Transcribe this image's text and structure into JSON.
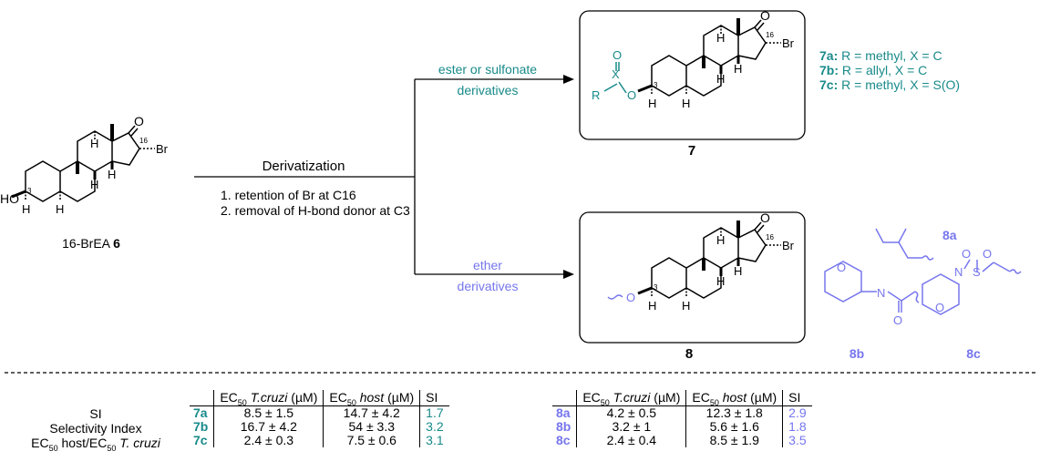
{
  "colors": {
    "teal": "#198a8a",
    "violet": "#7676ee",
    "black": "#000000"
  },
  "start": {
    "name": "16-BrEA",
    "number": "6",
    "c3": "3",
    "c16": "16",
    "br": "Br",
    "ho": "HO",
    "h": "H",
    "o": "O"
  },
  "arrow": {
    "title": "Derivatization",
    "condition1": "1. retention of Br at C16",
    "condition2": "2. removal of H-bond donor at C3"
  },
  "upper": {
    "label_line1": "ester or sulfonate",
    "label_line2": "derivatives",
    "compound": "7",
    "r": "R",
    "x": "X",
    "o": "O",
    "substituents": [
      {
        "id": "7a:",
        "text": "R = methyl, X = C"
      },
      {
        "id": "7b:",
        "text": "R = allyl, X = C"
      },
      {
        "id": "7c:",
        "text": "R = methyl, X = S(O)"
      }
    ]
  },
  "lower": {
    "label_line1": "ether",
    "label_line2": "derivatives",
    "compound": "8",
    "o": "O",
    "n": "N",
    "s": "S",
    "fragments": [
      "8a",
      "8b",
      "8c"
    ]
  },
  "si_definition": {
    "line1": "SI",
    "line2": "Selectivity Index",
    "line3_a": "EC",
    "line3_sub": "50",
    "line3_b": " host/EC",
    "line3_sub2": "50",
    "line3_italic": " T. cruzi"
  },
  "table_headers": {
    "ec": "EC",
    "sub": "50",
    "tcruzi": " T.cruzi",
    "host": " host",
    "unit": " (µM)",
    "si": "SI"
  },
  "table7": [
    {
      "id": "7a",
      "tcruzi": "8.5 ± 1.5",
      "host": "14.7 ± 4.2",
      "si": "1.7"
    },
    {
      "id": "7b",
      "tcruzi": "16.7 ± 4.2",
      "host": "54 ± 3.3",
      "si": "3.2"
    },
    {
      "id": "7c",
      "tcruzi": "2.4 ± 0.3",
      "host": "7.5 ± 0.6",
      "si": "3.1"
    }
  ],
  "table8": [
    {
      "id": "8a",
      "tcruzi": "4.2 ± 0.5",
      "host": "12.3 ± 1.8",
      "si": "2.9"
    },
    {
      "id": "8b",
      "tcruzi": "3.2 ± 1",
      "host": "5.6 ± 1.6",
      "si": "1.8"
    },
    {
      "id": "8c",
      "tcruzi": "2.4 ± 0.4",
      "host": "8.5 ± 1.9",
      "si": "3.5"
    }
  ]
}
